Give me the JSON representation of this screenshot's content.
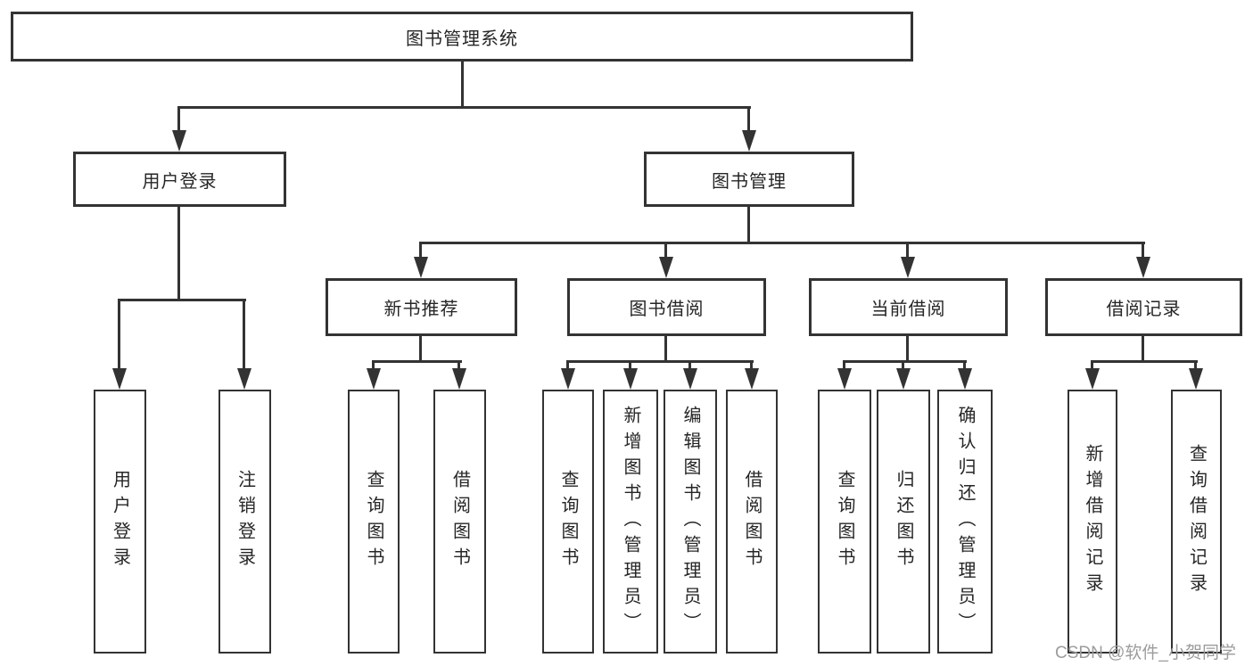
{
  "diagram_title": "图书管理系统",
  "nodes": {
    "root": "图书管理系统",
    "user_login": "用户登录",
    "book_mgmt": "图书管理",
    "new_books": "新书推荐",
    "book_borrow": "图书借阅",
    "current_borrow": "当前借阅",
    "borrow_records": "借阅记录"
  },
  "leaves": {
    "user_login": [
      "用户登录",
      "注销登录"
    ],
    "new_books": [
      "查询图书",
      "借阅图书"
    ],
    "book_borrow": [
      "查询图书",
      "新增图书（管理员）",
      "编辑图书（管理员）",
      "借阅图书"
    ],
    "current_borrow": [
      "查询图书",
      "归还图书",
      "确认归还（管理员）"
    ],
    "borrow_records": [
      "新增借阅记录",
      "查询借阅记录"
    ]
  },
  "watermark": "CSDN @软件_小贺同学",
  "colors": {
    "line": "#333333",
    "text": "#262626",
    "watermark": "#9c9c9c",
    "background": "#ffffff"
  }
}
